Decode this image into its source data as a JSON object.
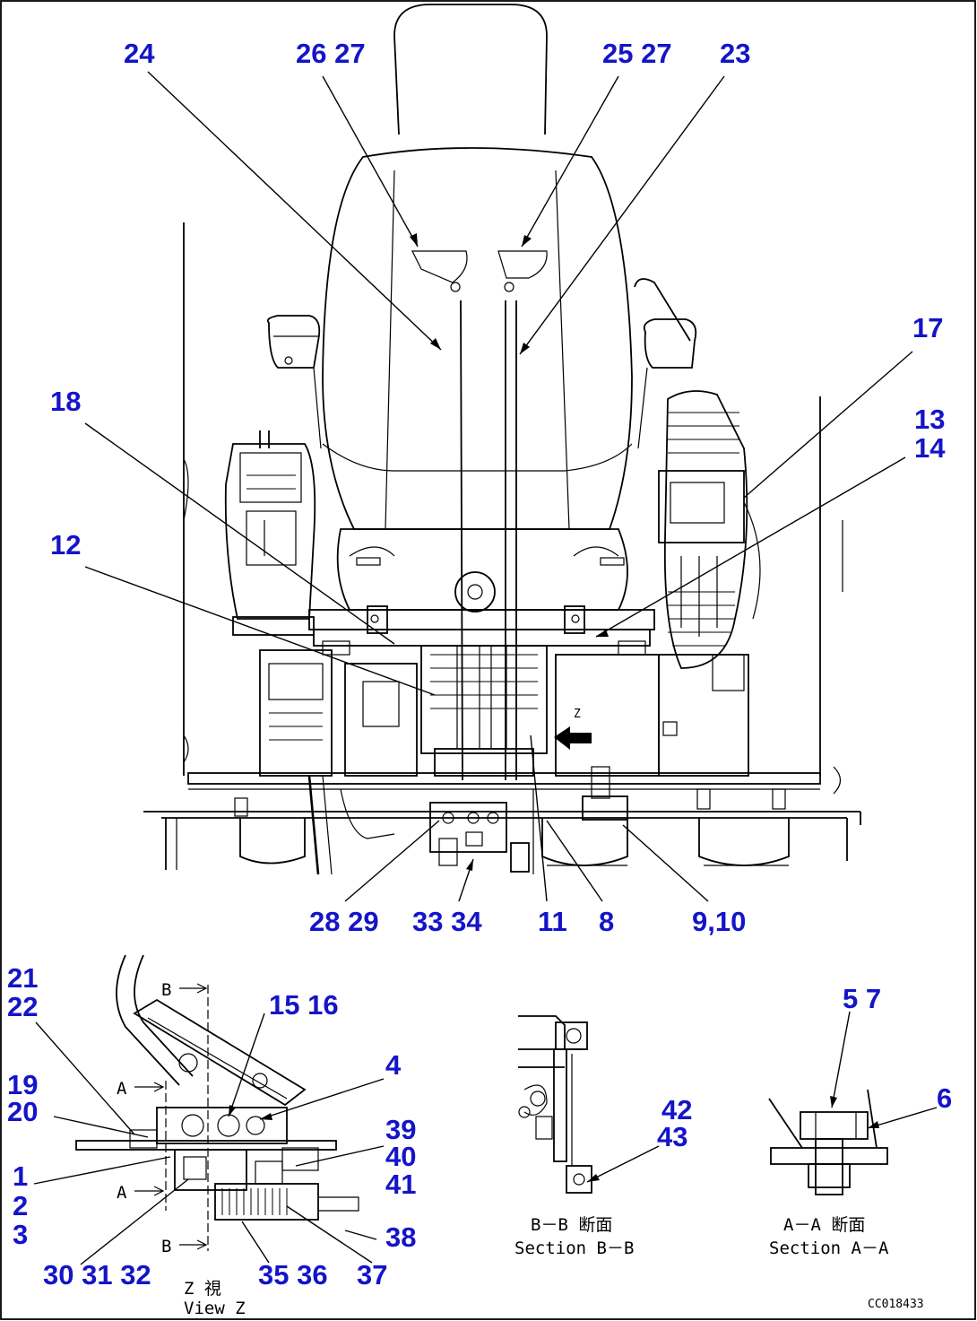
{
  "labels": {
    "l24": "24",
    "l2627": "26 27",
    "l2527": "25 27",
    "l23": "23",
    "l17": "17",
    "l18": "18",
    "l13": "13",
    "l14": "14",
    "l12": "12",
    "l2829": "28 29",
    "l3334": "33 34",
    "l11": "11",
    "l8": "8",
    "l910": "9,10",
    "l21": "21",
    "l22": "22",
    "l1516": "15 16",
    "l4": "4",
    "l19": "19",
    "l20": "20",
    "l39": "39",
    "l40": "40",
    "l41": "41",
    "l1": "1",
    "l2": "2",
    "l3": "3",
    "l38": "38",
    "l303132": "30 31 32",
    "l353637": "35 36",
    "l37": "37",
    "l4243a": "42",
    "l4243b": "43",
    "l57": "5 7",
    "l6": "6"
  },
  "markers": {
    "A": "A",
    "B": "B",
    "Z": "Z"
  },
  "captions": {
    "bb_jp": "B－B 断面",
    "bb_en": "Section B－B",
    "aa_jp": "A－A 断面",
    "aa_en": "Section A－A",
    "z_jp": "Z 視",
    "z_en": "View Z",
    "drawing_no": "CC018433"
  }
}
